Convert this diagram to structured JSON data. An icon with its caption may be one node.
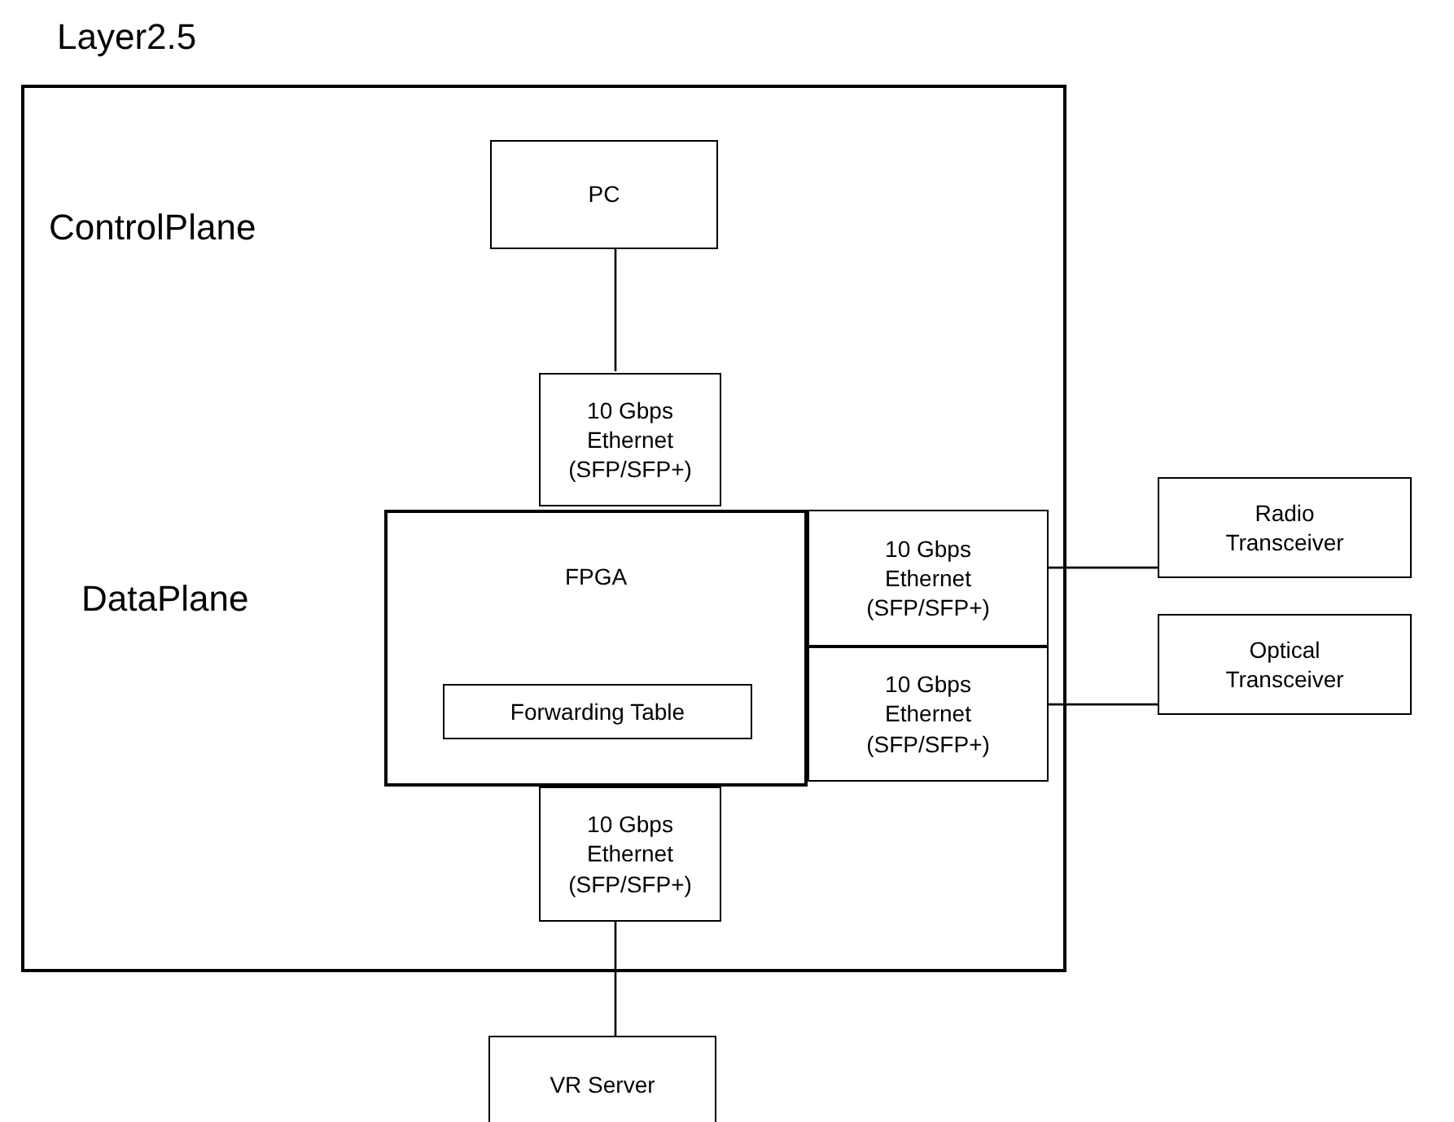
{
  "diagram": {
    "title": "Layer2.5",
    "nodes": [
      {
        "text": [],
        "shape": "box"
      },
      {
        "text": [
          "PC"
        ],
        "in": 0
      },
      {
        "text": [
          "10 Gbps Ethernet (SFP/SFP+)"
        ],
        "in": 0
      },
      {
        "text": [
          "FPGA"
        ],
        "in": 0
      },
      {
        "text": [
          "Forwarding Table"
        ],
        "in": 3
      },
      {
        "text": [
          "10 Gbps Ethernet (SFP/SFP+)"
        ],
        "in": 0
      },
      {
        "text": [
          "10 Gbps Ethernet (SFP/SFP+)"
        ],
        "in": 0
      },
      {
        "text": [
          "10 Gbps Ethernet (SFP/SFP+)"
        ],
        "in": 0
      },
      {
        "text": [
          "Radio Transceiver"
        ]
      },
      {
        "text": [
          "Optical Transceiver"
        ]
      },
      {
        "text": [
          "VR Server"
        ]
      }
    ],
    "edges": [
      {
        "from": 1,
        "to": 2,
        "arrow": "none"
      },
      {
        "from": 5,
        "to": 8,
        "arrow": "none"
      },
      {
        "from": 6,
        "to": 9,
        "arrow": "none"
      },
      {
        "from": 7,
        "to": 10,
        "arrow": "none"
      }
    ],
    "labels": [
      "ControlPlane",
      "DataPlane"
    ]
  }
}
